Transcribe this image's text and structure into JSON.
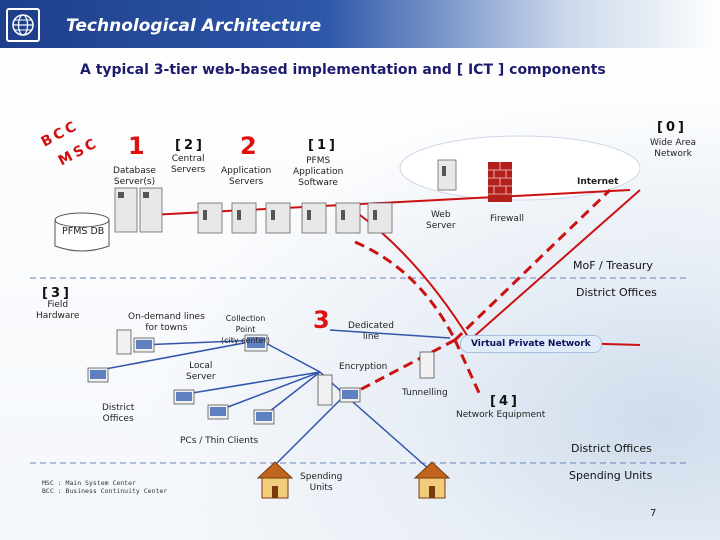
{
  "header": {
    "title": "Technological Architecture"
  },
  "subtitle": "A typical 3-tier web-based implementation and [ ICT ] components",
  "bcc": {
    "line1": "BCC",
    "line2": "MSC"
  },
  "tier_numbers": {
    "one": "1",
    "two": "2",
    "three": "3"
  },
  "brackets": {
    "b0": "[0]",
    "b1": "[1]",
    "b2": "[2]",
    "b3": "[3]",
    "b4": "[4]"
  },
  "labels": {
    "database_servers": "Database\nServer(s)",
    "servers_word": "Servers",
    "central_servers": "Central\nServers",
    "application_servers": "Application\nServers",
    "pfms_application": "PFMS\nApplication\nSoftware",
    "wide_area_network": "Wide Area\nNetwork",
    "internet": "Internet",
    "web_server": "Web\nServer",
    "firewall": "Firewall",
    "pfms_db": "PFMS DB",
    "mof_treasury": "MoF / Treasury",
    "district_offices_top": "District Offices",
    "field_hardware": "Field\nHardware",
    "on_demand_lines": "On-demand lines\nfor towns",
    "collection_point": "Collection\nPoint\n(city center)",
    "dedicated_line": "Dedicated\nline",
    "virtual_private_network": "Virtual Private Network",
    "local_server": "Local\nServer",
    "encryption": "Encryption",
    "tunnelling": "Tunnelling",
    "network_equipment": "Network Equipment",
    "district_offices_left": "District\nOffices",
    "pcs_thin_clients": "PCs / Thin Clients",
    "district_offices_bottom": "District Offices",
    "spending_units_right": "Spending Units",
    "spending_units_center": "Spending\nUnits"
  },
  "footnotes": {
    "msc": "MSC : Main System Center",
    "bcc": "BCC : Business Continuity Center"
  },
  "page_number": "7"
}
